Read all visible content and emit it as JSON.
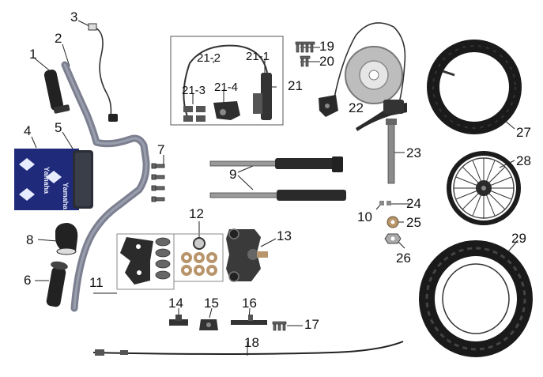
{
  "diagram": {
    "callouts": [
      {
        "id": "1",
        "label": "1"
      },
      {
        "id": "2",
        "label": "2"
      },
      {
        "id": "3",
        "label": "3"
      },
      {
        "id": "4",
        "label": "4"
      },
      {
        "id": "5",
        "label": "5"
      },
      {
        "id": "6",
        "label": "6"
      },
      {
        "id": "7",
        "label": "7"
      },
      {
        "id": "8",
        "label": "8"
      },
      {
        "id": "9",
        "label": "9"
      },
      {
        "id": "10",
        "label": "10"
      },
      {
        "id": "11",
        "label": "11"
      },
      {
        "id": "12",
        "label": "12"
      },
      {
        "id": "13",
        "label": "13"
      },
      {
        "id": "14",
        "label": "14"
      },
      {
        "id": "15",
        "label": "15"
      },
      {
        "id": "16",
        "label": "16"
      },
      {
        "id": "17",
        "label": "17"
      },
      {
        "id": "18",
        "label": "18"
      },
      {
        "id": "19",
        "label": "19"
      },
      {
        "id": "20",
        "label": "20"
      },
      {
        "id": "21",
        "label": "21"
      },
      {
        "id": "21-1",
        "label": "21-1"
      },
      {
        "id": "21-2",
        "label": "21-2"
      },
      {
        "id": "21-3",
        "label": "21-3"
      },
      {
        "id": "21-4",
        "label": "21-4"
      },
      {
        "id": "22",
        "label": "22"
      },
      {
        "id": "23",
        "label": "23"
      },
      {
        "id": "24",
        "label": "24"
      },
      {
        "id": "25",
        "label": "25"
      },
      {
        "id": "26",
        "label": "26"
      },
      {
        "id": "27",
        "label": "27"
      },
      {
        "id": "28",
        "label": "28"
      },
      {
        "id": "29",
        "label": "29"
      }
    ],
    "pad_print": "Yamaha",
    "colors": {
      "ink": "#111111",
      "pad_blue": "#1f2a7a",
      "pad_mark": "#e8ecff",
      "bar_gray": "#7b7f90",
      "metal": "#8a8a8a",
      "rubber": "#222222",
      "bronze": "#b8956a"
    }
  }
}
